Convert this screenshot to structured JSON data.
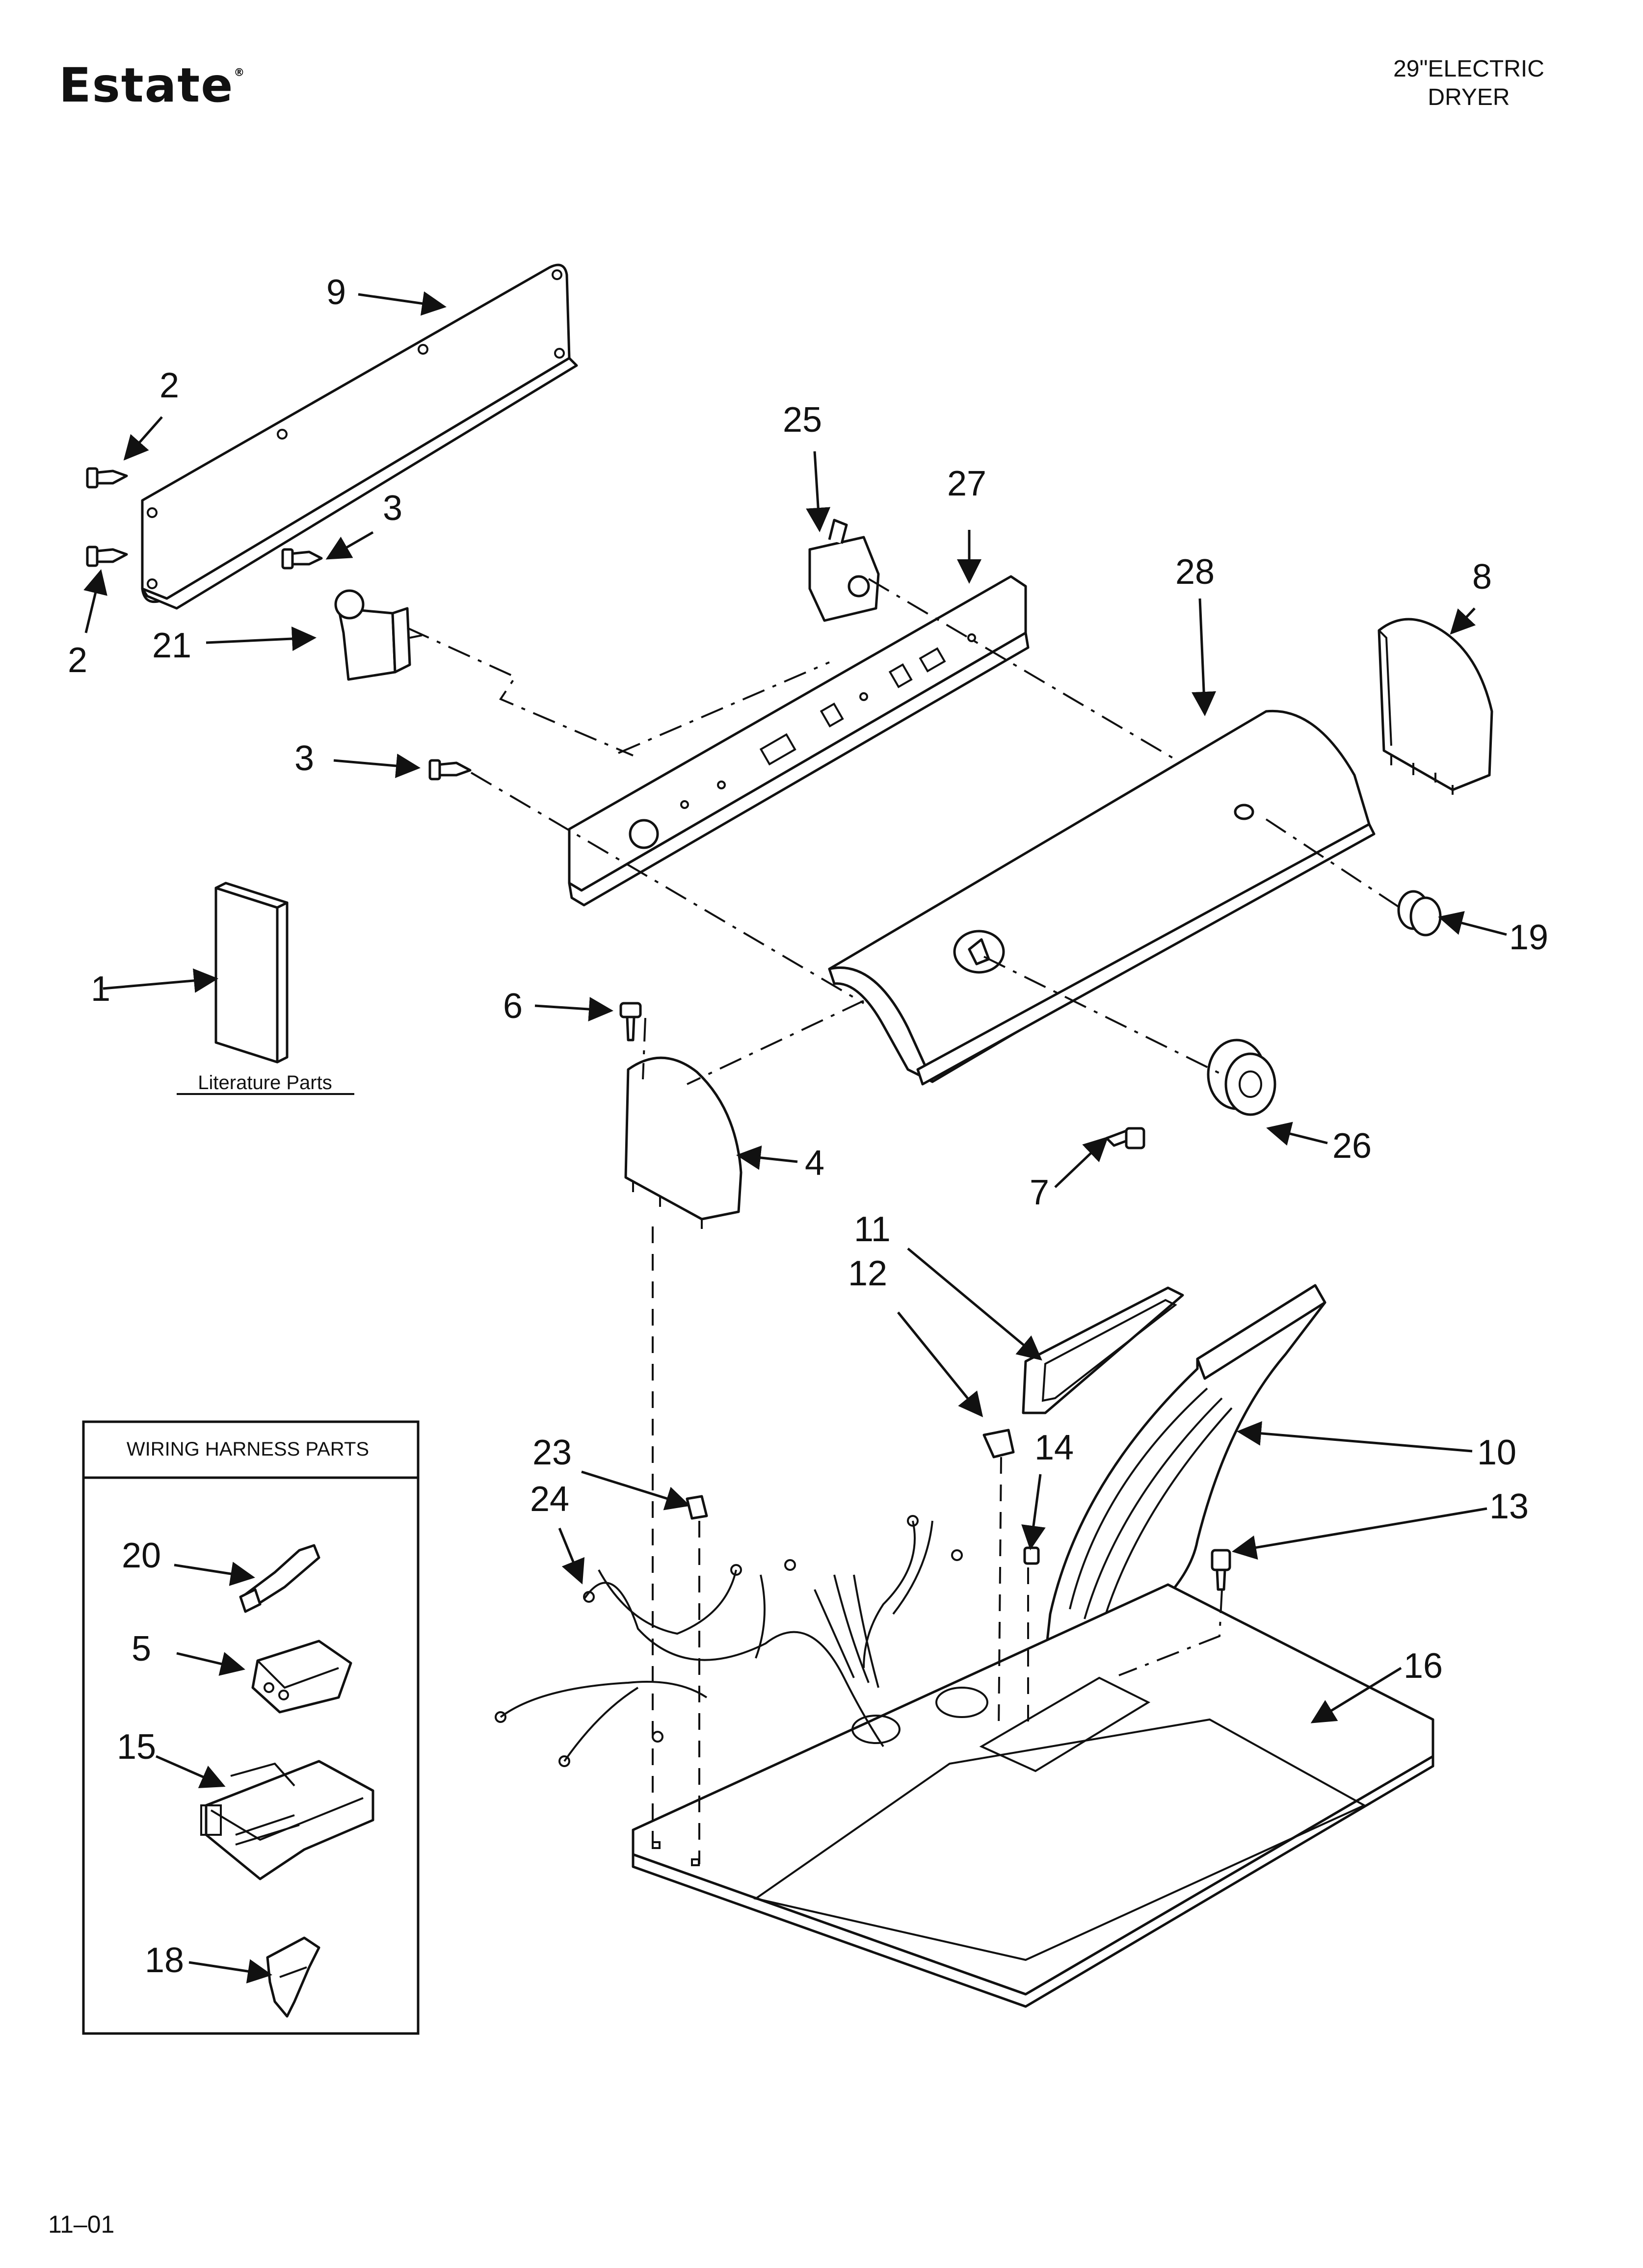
{
  "header": {
    "brand": "Estate",
    "brand_mark": "®",
    "model_line1": "29\"ELECTRIC",
    "model_line2": "DRYER"
  },
  "footer": {
    "date_code": "11–01"
  },
  "diagram": {
    "literature_caption": "Literature Parts",
    "wiring_box_title": "WIRING HARNESS PARTS",
    "callouts": {
      "c1": "1",
      "c2a": "2",
      "c2b": "2",
      "c3a": "3",
      "c3b": "3",
      "c4": "4",
      "c5": "5",
      "c6": "6",
      "c7": "7",
      "c8": "8",
      "c9": "9",
      "c10": "10",
      "c11": "11",
      "c12": "12",
      "c13": "13",
      "c14": "14",
      "c15": "15",
      "c16": "16",
      "c18": "18",
      "c19": "19",
      "c20": "20",
      "c21": "21",
      "c23": "23",
      "c24": "24",
      "c25": "25",
      "c26": "26",
      "c27": "27",
      "c28": "28"
    }
  }
}
